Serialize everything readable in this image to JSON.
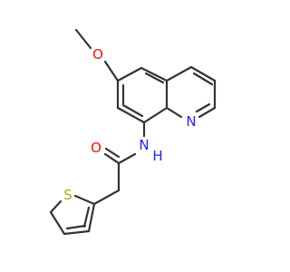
{
  "structure": {
    "atoms": {
      "methoxy_o": {
        "symbol": "O",
        "color": "#ff0d0d"
      },
      "ring_n": {
        "symbol": "N",
        "color": "#2222ff"
      },
      "amide_n": {
        "symbol": "N",
        "color": "#2222ff"
      },
      "amide_h": {
        "symbol": "H",
        "color": "#2222ff"
      },
      "carbonyl_o": {
        "symbol": "O",
        "color": "#ff0d0d"
      },
      "thiophene_s": {
        "symbol": "S",
        "color": "#b8a800"
      }
    }
  }
}
